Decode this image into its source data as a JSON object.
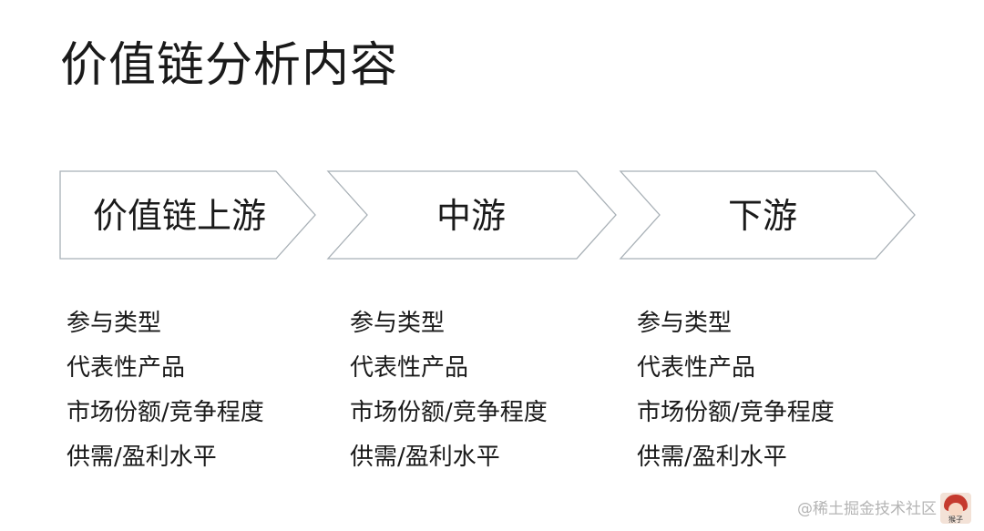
{
  "title": "价值链分析内容",
  "stages": [
    {
      "label": "价值链上游",
      "items": [
        "参与类型",
        "代表性产品",
        "市场份额/竞争程度",
        "供需/盈利水平"
      ]
    },
    {
      "label": "中游",
      "items": [
        "参与类型",
        "代表性产品",
        "市场份额/竞争程度",
        "供需/盈利水平"
      ]
    },
    {
      "label": "下游",
      "items": [
        "参与类型",
        "代表性产品",
        "市场份额/竞争程度",
        "供需/盈利水平"
      ]
    }
  ],
  "watermark": "@稀土掘金技术社区",
  "avatar_label": "猴子",
  "colors": {
    "chevron_stroke": "#a8b0b6",
    "text": "#1a1a1a",
    "watermark": "#b4b4b4"
  }
}
